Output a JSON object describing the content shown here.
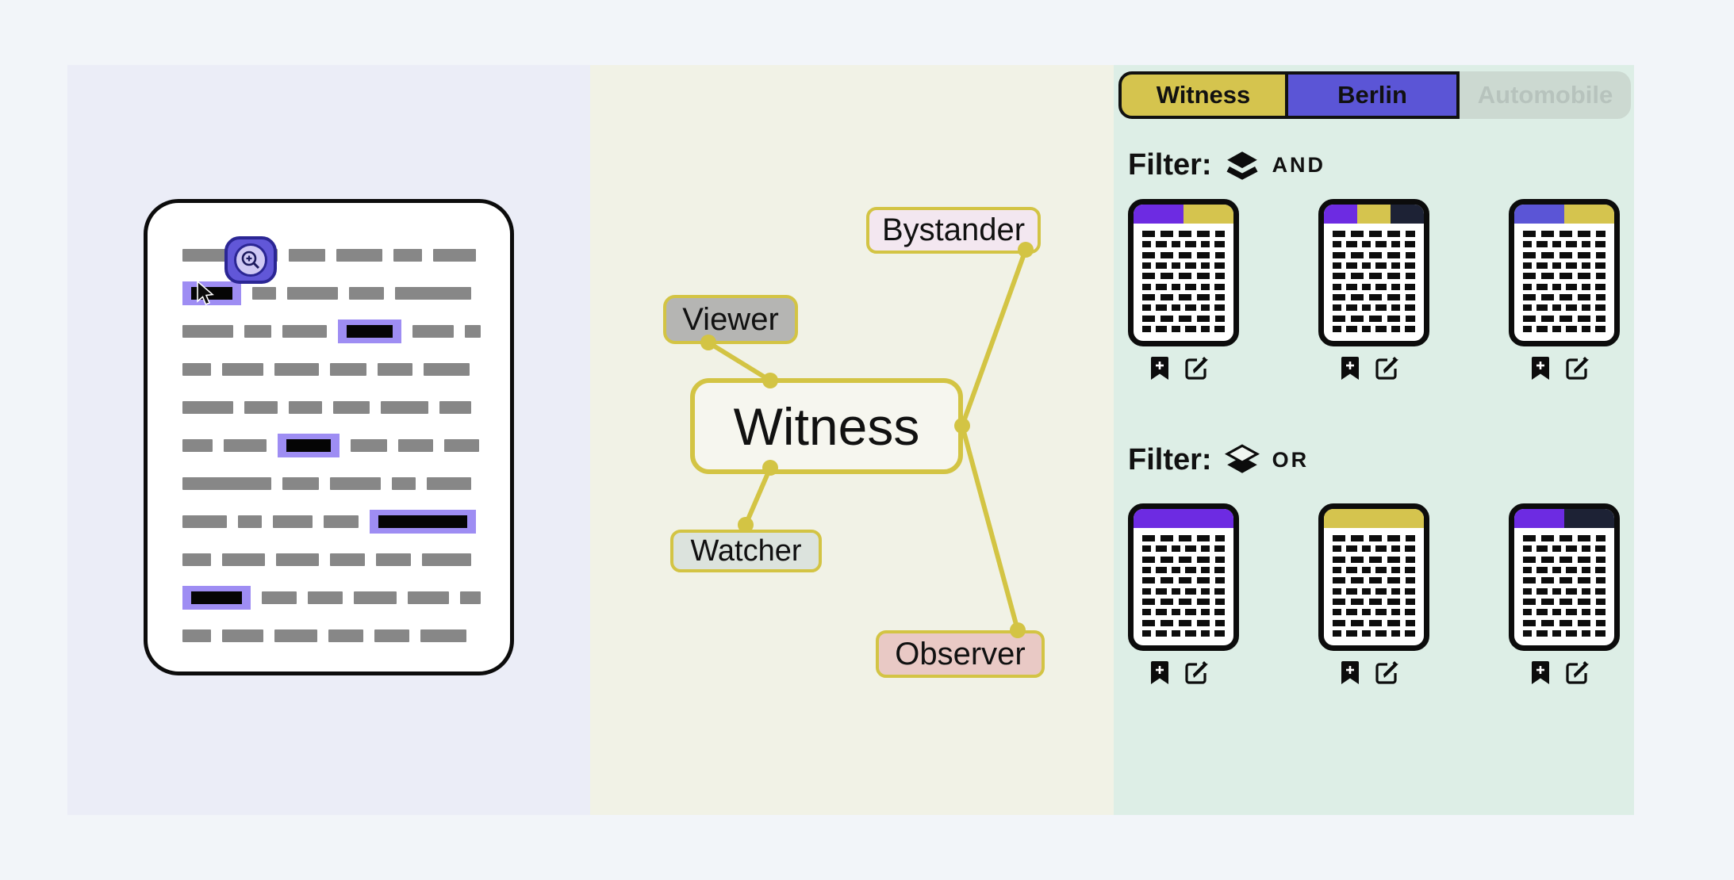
{
  "colors": {
    "page_bg": "#f2f5f9",
    "left_panel_bg": "#ebedf7",
    "middle_panel_bg": "#f1f2e6",
    "right_panel_bg": "#ddeee6",
    "purple": "#6d2be2",
    "indigo": "#5b55d6",
    "yellow": "#d5c44e",
    "navy": "#1d2235",
    "edge_yellow": "#d3c444",
    "highlight_purple": "#9e8df3",
    "word_gray": "#878787",
    "magnifier_button": "#6157d8",
    "magnifier_border": "#2b2694"
  },
  "left_panel": {
    "tool_icon": "zoom-in-icon",
    "cursor_icon": "arrow-cursor-icon",
    "doc_rows": [
      [
        {
          "t": "g",
          "w": 62
        },
        {
          "t": "g",
          "w": 44
        },
        {
          "t": "g",
          "w": 46
        },
        {
          "t": "g",
          "w": 58
        },
        {
          "t": "g",
          "w": 36
        },
        {
          "t": "g",
          "w": 54
        }
      ],
      [
        {
          "t": "h",
          "w": 52
        },
        {
          "t": "g",
          "w": 30
        },
        {
          "t": "g",
          "w": 64
        },
        {
          "t": "g",
          "w": 44
        },
        {
          "t": "g",
          "w": 96
        }
      ],
      [
        {
          "t": "g",
          "w": 64
        },
        {
          "t": "g",
          "w": 34
        },
        {
          "t": "g",
          "w": 56
        },
        {
          "t": "h",
          "w": 58
        },
        {
          "t": "g",
          "w": 52
        },
        {
          "t": "g",
          "w": 20
        }
      ],
      [
        {
          "t": "g",
          "w": 36
        },
        {
          "t": "g",
          "w": 52
        },
        {
          "t": "g",
          "w": 56
        },
        {
          "t": "g",
          "w": 46
        },
        {
          "t": "g",
          "w": 44
        },
        {
          "t": "g",
          "w": 58
        }
      ],
      [
        {
          "t": "g",
          "w": 64
        },
        {
          "t": "g",
          "w": 42
        },
        {
          "t": "g",
          "w": 42
        },
        {
          "t": "g",
          "w": 46
        },
        {
          "t": "g",
          "w": 60
        },
        {
          "t": "g",
          "w": 40
        }
      ],
      [
        {
          "t": "g",
          "w": 38
        },
        {
          "t": "g",
          "w": 54
        },
        {
          "t": "h",
          "w": 56
        },
        {
          "t": "g",
          "w": 46
        },
        {
          "t": "g",
          "w": 44
        },
        {
          "t": "g",
          "w": 44
        }
      ],
      [
        {
          "t": "g",
          "w": 112
        },
        {
          "t": "g",
          "w": 46
        },
        {
          "t": "g",
          "w": 64
        },
        {
          "t": "g",
          "w": 30
        },
        {
          "t": "g",
          "w": 56
        }
      ],
      [
        {
          "t": "g",
          "w": 56
        },
        {
          "t": "g",
          "w": 30
        },
        {
          "t": "g",
          "w": 50
        },
        {
          "t": "g",
          "w": 44
        },
        {
          "t": "h",
          "w": 112
        }
      ],
      [
        {
          "t": "g",
          "w": 36
        },
        {
          "t": "g",
          "w": 54
        },
        {
          "t": "g",
          "w": 54
        },
        {
          "t": "g",
          "w": 44
        },
        {
          "t": "g",
          "w": 44
        },
        {
          "t": "g",
          "w": 62
        }
      ],
      [
        {
          "t": "h",
          "w": 64
        },
        {
          "t": "g",
          "w": 44
        },
        {
          "t": "g",
          "w": 44
        },
        {
          "t": "g",
          "w": 54
        },
        {
          "t": "g",
          "w": 52
        },
        {
          "t": "g",
          "w": 26
        }
      ],
      [
        {
          "t": "g",
          "w": 36
        },
        {
          "t": "g",
          "w": 52
        },
        {
          "t": "g",
          "w": 54
        },
        {
          "t": "g",
          "w": 44
        },
        {
          "t": "g",
          "w": 44
        },
        {
          "t": "g",
          "w": 58
        }
      ]
    ]
  },
  "graph": {
    "center": {
      "label": "Witness"
    },
    "nodes": [
      {
        "id": "bystander",
        "label": "Bystander"
      },
      {
        "id": "viewer",
        "label": "Viewer"
      },
      {
        "id": "watcher",
        "label": "Watcher"
      },
      {
        "id": "observer",
        "label": "Observer"
      }
    ]
  },
  "right_panel": {
    "tags": [
      {
        "label": "Witness",
        "style": "yellow",
        "state": "active"
      },
      {
        "label": "Berlin",
        "style": "indigo",
        "state": "active"
      },
      {
        "label": "Automobile",
        "style": "muted",
        "state": "disabled"
      }
    ],
    "filter_groups": [
      {
        "label": "Filter:",
        "operator": "AND",
        "icon": "layers-stacked-icon",
        "cards": [
          {
            "header": [
              "purple",
              "yellow"
            ]
          },
          {
            "header": [
              "purple",
              "yellow",
              "navy"
            ]
          },
          {
            "header": [
              "indigo",
              "yellow"
            ]
          }
        ]
      },
      {
        "label": "Filter:",
        "operator": "OR",
        "icon": "layers-offset-icon",
        "cards": [
          {
            "header": [
              "purple"
            ]
          },
          {
            "header": [
              "yellow"
            ]
          },
          {
            "header": [
              "purple",
              "navy"
            ]
          }
        ]
      }
    ],
    "card_actions": [
      {
        "icon": "bookmark-add-icon"
      },
      {
        "icon": "edit-icon"
      }
    ],
    "card_text_lines": 10
  }
}
